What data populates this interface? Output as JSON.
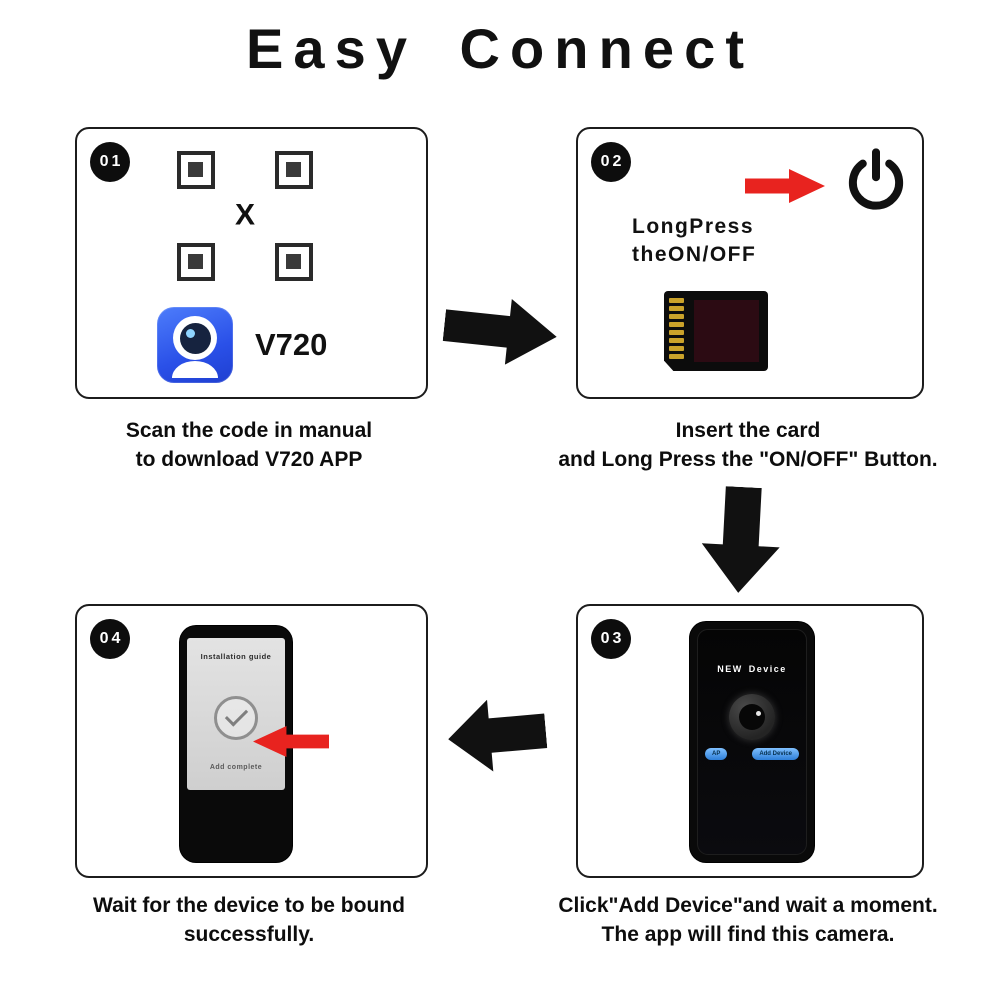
{
  "title": "Easy Connect",
  "colors": {
    "accent_red": "#e8231f",
    "app_blue": "#2a50e8",
    "ink_black": "#111111",
    "pin_gold": "#caa22a"
  },
  "steps": [
    {
      "number": "01",
      "qr_center": "X",
      "app_name": "V720",
      "caption_line1": "Scan the code in manual",
      "caption_line2": "to download V720 APP"
    },
    {
      "number": "02",
      "instruction_line1": "LongPress",
      "instruction_line2": "theON/OFF",
      "caption_line1": "Insert the card",
      "caption_line2": "and Long Press the \"ON/OFF\" Button."
    },
    {
      "number": "03",
      "phone_title": "NEW Device",
      "button_left": "AP",
      "button_right": "Add Device",
      "caption_line1": "Click\"Add Device\"and wait a moment.",
      "caption_line2": "The app will find this camera."
    },
    {
      "number": "04",
      "phone_title": "Installation guide",
      "phone_status": "Add complete",
      "caption_line1": "Wait for the device to be bound",
      "caption_line2": "successfully."
    }
  ]
}
